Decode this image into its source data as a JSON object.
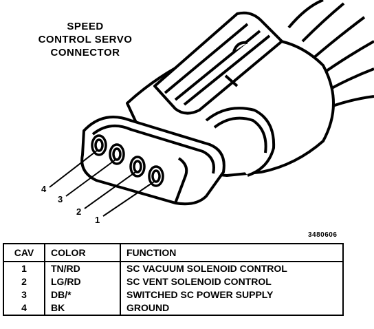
{
  "title": {
    "line1": "SPEED",
    "line2": "CONTROL SERVO",
    "line3": "CONNECTOR"
  },
  "pin_labels": [
    "4",
    "3",
    "2",
    "1"
  ],
  "figure_ref": "3480606",
  "table": {
    "headers": [
      "CAV",
      "COLOR",
      "FUNCTION"
    ],
    "rows": [
      {
        "cav": "1",
        "color": "TN/RD",
        "function": "SC VACUUM SOLENOID CONTROL"
      },
      {
        "cav": "2",
        "color": "LG/RD",
        "function": "SC VENT SOLENOID CONTROL"
      },
      {
        "cav": "3",
        "color": "DB/*",
        "function": "SWITCHED SC POWER SUPPLY"
      },
      {
        "cav": "4",
        "color": "BK",
        "function": "GROUND"
      }
    ]
  }
}
